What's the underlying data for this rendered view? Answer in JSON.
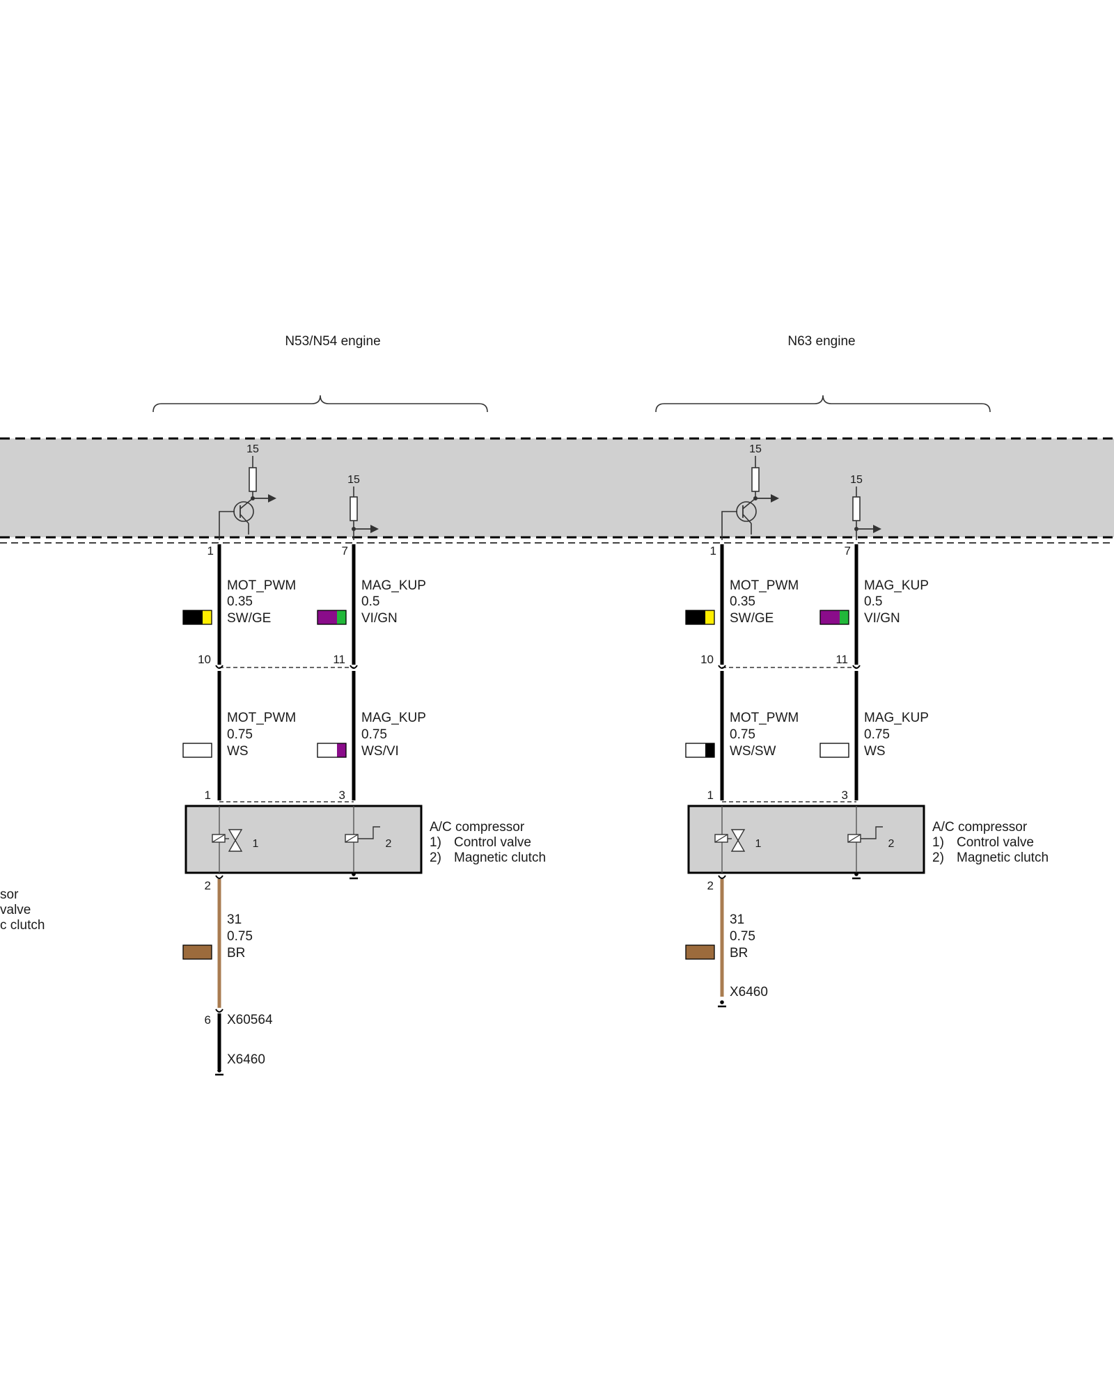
{
  "colors": {
    "background": "#ffffff",
    "ecu_band": "#d0d0d0",
    "wire_black": "#000000",
    "wire_brown": "#a97c50",
    "sw": "#000000",
    "ge": "#ffee00",
    "vi": "#8a0c8a",
    "gn": "#22b83a",
    "ws": "#ffffff",
    "br": "#9c6b3c"
  },
  "left_cutoff_label": {
    "lines": [
      "sor",
      "valve",
      "c clutch"
    ]
  },
  "variants": [
    {
      "id": "n53",
      "title": "N53/N54 engine",
      "terminal_label": "15",
      "component": {
        "name": "A/C compressor",
        "item1_num": "1)",
        "item1_text": "Control valve",
        "item2_num": "2)",
        "item2_text": "Magnetic clutch",
        "valve_ref": "1",
        "clutch_ref": "2"
      },
      "pins": {
        "ecu_a": "1",
        "ecu_b": "7",
        "conn_a": "10",
        "conn_b": "11",
        "comp_a": "1",
        "comp_b": "3",
        "ground": "2"
      },
      "wires_upper": [
        {
          "signal": "MOT_PWM",
          "size": "0.35",
          "color": "SW/GE",
          "swatch": [
            "sw",
            "ge"
          ]
        },
        {
          "signal": "MAG_KUP",
          "size": "0.5",
          "color": "VI/GN",
          "swatch": [
            "vi",
            "gn"
          ]
        }
      ],
      "wires_lower": [
        {
          "signal": "MOT_PWM",
          "size": "0.75",
          "color": "WS",
          "swatch": [
            "ws",
            "ws"
          ]
        },
        {
          "signal": "MAG_KUP",
          "size": "0.75",
          "color": "WS/VI",
          "swatch": [
            "ws",
            "vi"
          ]
        }
      ],
      "ground_wire": {
        "signal": "31",
        "size": "0.75",
        "color": "BR",
        "swatch": [
          "br",
          "br"
        ]
      },
      "connector_pin": "6",
      "connector_label": "X60564",
      "ground_label": "X6460"
    },
    {
      "id": "n63",
      "title": "N63 engine",
      "terminal_label": "15",
      "component": {
        "name": "A/C compressor",
        "item1_num": "1)",
        "item1_text": "Control valve",
        "item2_num": "2)",
        "item2_text": "Magnetic clutch",
        "valve_ref": "1",
        "clutch_ref": "2"
      },
      "pins": {
        "ecu_a": "1",
        "ecu_b": "7",
        "conn_a": "10",
        "conn_b": "11",
        "comp_a": "1",
        "comp_b": "3",
        "ground": "2"
      },
      "wires_upper": [
        {
          "signal": "MOT_PWM",
          "size": "0.35",
          "color": "SW/GE",
          "swatch": [
            "sw",
            "ge"
          ]
        },
        {
          "signal": "MAG_KUP",
          "size": "0.5",
          "color": "VI/GN",
          "swatch": [
            "vi",
            "gn"
          ]
        }
      ],
      "wires_lower": [
        {
          "signal": "MOT_PWM",
          "size": "0.75",
          "color": "WS/SW",
          "swatch": [
            "ws",
            "sw"
          ]
        },
        {
          "signal": "MAG_KUP",
          "size": "0.75",
          "color": "WS",
          "swatch": [
            "ws",
            "ws"
          ]
        }
      ],
      "ground_wire": {
        "signal": "31",
        "size": "0.75",
        "color": "BR",
        "swatch": [
          "br",
          "br"
        ]
      },
      "ground_label": "X6460"
    }
  ]
}
